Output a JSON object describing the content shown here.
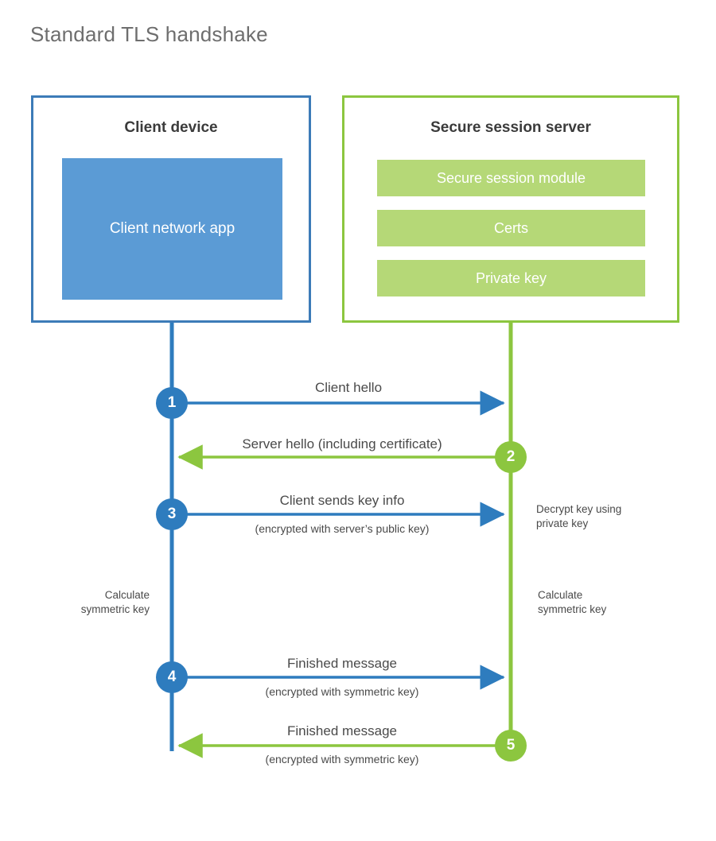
{
  "title": "Standard TLS handshake",
  "colors": {
    "client_border": "#3c7bb8",
    "client_fill": "#5b9bd5",
    "client_accent": "#2e7cbe",
    "server_border": "#8cc63f",
    "server_fill": "#b5d877",
    "server_accent": "#8cc63f",
    "title_text": "#6e6e6e",
    "body_text": "#4a4a4a",
    "background": "#ffffff"
  },
  "client": {
    "title": "Client device",
    "app_label": "Client network app"
  },
  "server": {
    "title": "Secure session server",
    "components": [
      {
        "label": "Secure session module"
      },
      {
        "label": "Certs"
      },
      {
        "label": "Private key"
      }
    ]
  },
  "steps": [
    {
      "number": "1",
      "origin": "client",
      "direction": "right",
      "label": "Client hello",
      "sublabel": ""
    },
    {
      "number": "2",
      "origin": "server",
      "direction": "left",
      "label": "Server hello (including certificate)",
      "sublabel": ""
    },
    {
      "number": "3",
      "origin": "client",
      "direction": "right",
      "label": "Client sends key info",
      "sublabel": "(encrypted with server’s public key)"
    },
    {
      "number": "4",
      "origin": "client",
      "direction": "right",
      "label": "Finished message",
      "sublabel": "(encrypted with symmetric key)"
    },
    {
      "number": "5",
      "origin": "server",
      "direction": "left",
      "label": "Finished message",
      "sublabel": "(encrypted with symmetric key)"
    }
  ],
  "annotations": {
    "server_decrypt": "Decrypt key using\nprivate key",
    "client_calculate": "Calculate\nsymmetric key",
    "server_calculate": "Calculate\nsymmetric key"
  }
}
